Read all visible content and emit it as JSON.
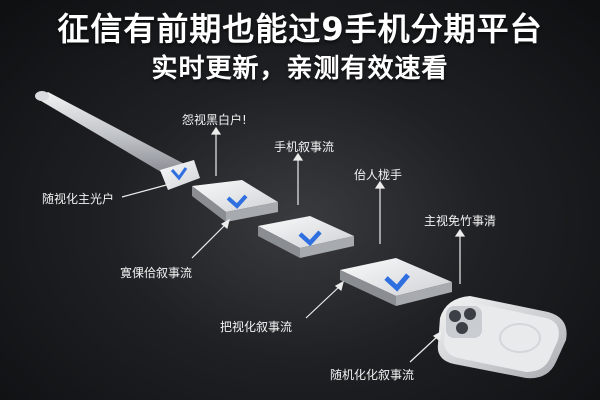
{
  "header": {
    "title": "征信有前期也能过9手机分期平台",
    "subtitle": "实时更新，亲测有效速看"
  },
  "labels": {
    "l1": "怨视黑白户!",
    "l2": "随视化主光户",
    "l3": "手机叙事流",
    "l4": "寛倮佮叙事流",
    "l5": "佁人栊手",
    "l6": "把视化叙事流",
    "l7": "主视免竹事清",
    "l8": "随机化化叙事流"
  },
  "colors": {
    "accent": "#2f6fe0",
    "background": "#1a1b1e"
  },
  "icons": {
    "chevron": "chevron-down-icon",
    "phone": "phone-icon"
  }
}
